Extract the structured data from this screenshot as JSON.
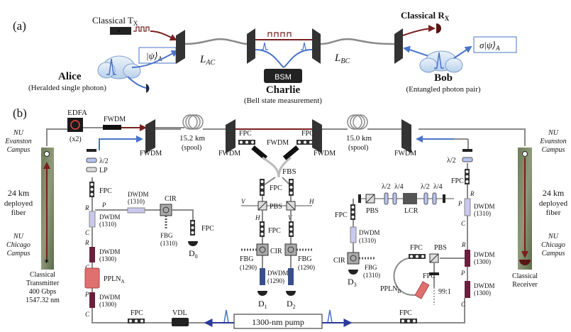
{
  "panel_a": {
    "label": "(a)",
    "classical_tx": "Classical T",
    "classical_tx_sub": "X",
    "classical_rx": "Classical R",
    "classical_rx_sub": "X",
    "l_ac": "L",
    "l_ac_sub": "AC",
    "l_bc": "L",
    "l_bc_sub": "BC",
    "alice_title": "Alice",
    "alice_desc": "(Heralded single photon)",
    "alice_state": "|ψ⟩",
    "alice_state_sub": "A",
    "charlie_title": "Charlie",
    "charlie_desc": "(Bell state measurement)",
    "bsm": "BSM",
    "bob_title": "Bob",
    "bob_desc": "(Entangled photon pair)",
    "bob_state": "σ|ψ⟩",
    "bob_state_sub": "A"
  },
  "panel_b": {
    "label": "(b)",
    "edfa": "EDFA",
    "edfa_x2": "(x2)",
    "fwdm": "FWDM",
    "spool_left_len": "15.2 km",
    "spool_left_note": "(spool)",
    "spool_right_len": "15.0 km",
    "spool_right_note": "(spool)",
    "fpc": "FPC",
    "fbs": "FBS",
    "pbs": "PBS",
    "lcr": "LCR",
    "cir": "CIR",
    "lp": "LP",
    "half_wave": "λ/2",
    "quarter_wave": "λ/4",
    "dwdm": "DWDM",
    "nm_1310": "(1310)",
    "nm_1300": "(1300)",
    "nm_1290": "(1290)",
    "fbg": "FBG",
    "d0": "D",
    "d0_sub": "0",
    "d1": "D",
    "d1_sub": "1",
    "d2": "D",
    "d2_sub": "2",
    "d3": "D",
    "d3_sub": "3",
    "ppln_a": "PPLN",
    "ppln_a_sub": "A",
    "ppln_b": "PPLN",
    "ppln_b_sub": "B",
    "vdl": "VDL",
    "pump": "1300-nm pump",
    "ratio": "99:1",
    "pol_v": "V",
    "pol_h": "H",
    "port_r": "R",
    "port_p": "P",
    "port_c": "C",
    "evanston_1": "NU",
    "evanston_2": "Evanston",
    "evanston_3": "Campus",
    "chicago_1": "NU",
    "chicago_2": "Chicago",
    "chicago_3": "Campus",
    "deployed_len": "24 km",
    "deployed_1": "deployed",
    "deployed_2": "fiber",
    "tx_1": "Classical",
    "tx_2": "Transmitter",
    "tx_3": "400 Gbps",
    "tx_4": "1547.32 nm",
    "rx_1": "Classical",
    "rx_2": "Receiver"
  },
  "colors": {
    "fiber": "#8a8a8a",
    "classical": "#7a1f1f",
    "quantum_blue": "#4a73c9",
    "pump_blue": "#2a3a9a",
    "dwdm_1310": "#c9c9ef",
    "dwdm_1300": "#6a1f3a",
    "dwdm_1290": "#3a4f8a",
    "ppln": "#e07070"
  }
}
